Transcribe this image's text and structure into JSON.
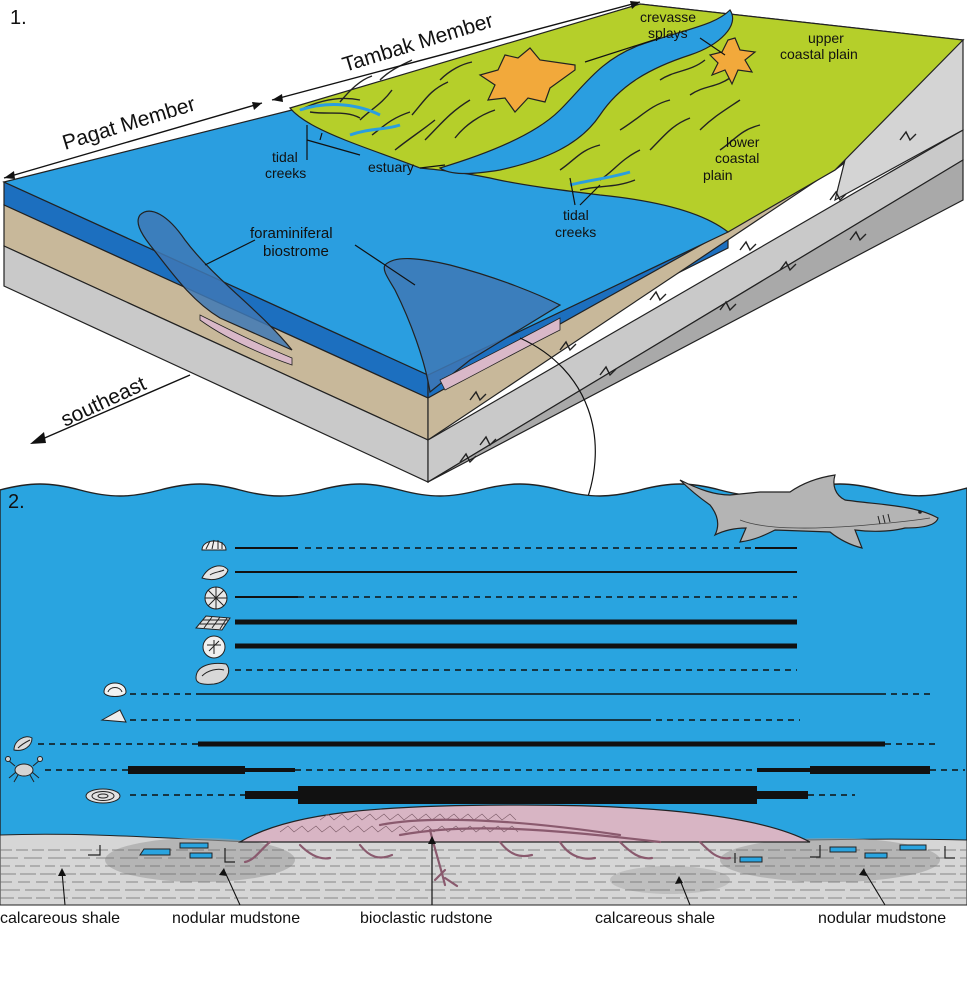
{
  "panel1": {
    "number": "1.",
    "members": {
      "pagat": "Pagat Member",
      "tambak": "Tambak Member"
    },
    "direction": "southeast",
    "labels": {
      "crevasse_1": "crevasse",
      "crevasse_2": "splays",
      "upper_1": "upper",
      "upper_2": "coastal plain",
      "lower_1": "lower",
      "lower_2": "coastal",
      "lower_3": "plain",
      "tidal_left_1": "tidal",
      "tidal_left_2": "creeks",
      "estuary": "estuary",
      "tidal_right_1": "tidal",
      "tidal_right_2": "creeks",
      "biostrome_1": "foraminiferal",
      "biostrome_2": "biostrome"
    },
    "colors": {
      "sea": "#2a9ee0",
      "land": "#b5cf2a",
      "river": "#2a9ee0",
      "splay": "#f2a93b",
      "deep": "#1c6fbf",
      "sand": "#c8b89a",
      "grey": "#c9c9c9",
      "biostrome": "#3e78b5"
    }
  },
  "panel2": {
    "number": "2.",
    "bottom_labels": {
      "calc_shale_left": "calcareous shale",
      "nodular_left": "nodular mudstone",
      "rudstone": "bioclastic rudstone",
      "calc_shale_right": "calcareous shale",
      "nodular_right": "nodular mudstone"
    },
    "icons": [
      "scallop-icon",
      "gastropod-icon",
      "echinoid-icon",
      "bryozoan-icon",
      "sand-dollar-icon",
      "oyster-icon",
      "bivalve-icon",
      "shell-icon",
      "mussel-icon",
      "crab-icon",
      "foraminifer-icon"
    ],
    "colors": {
      "water": "#29a4e0",
      "sediment": "#d6d6d6",
      "rudstone": "#d8b5c4"
    }
  }
}
